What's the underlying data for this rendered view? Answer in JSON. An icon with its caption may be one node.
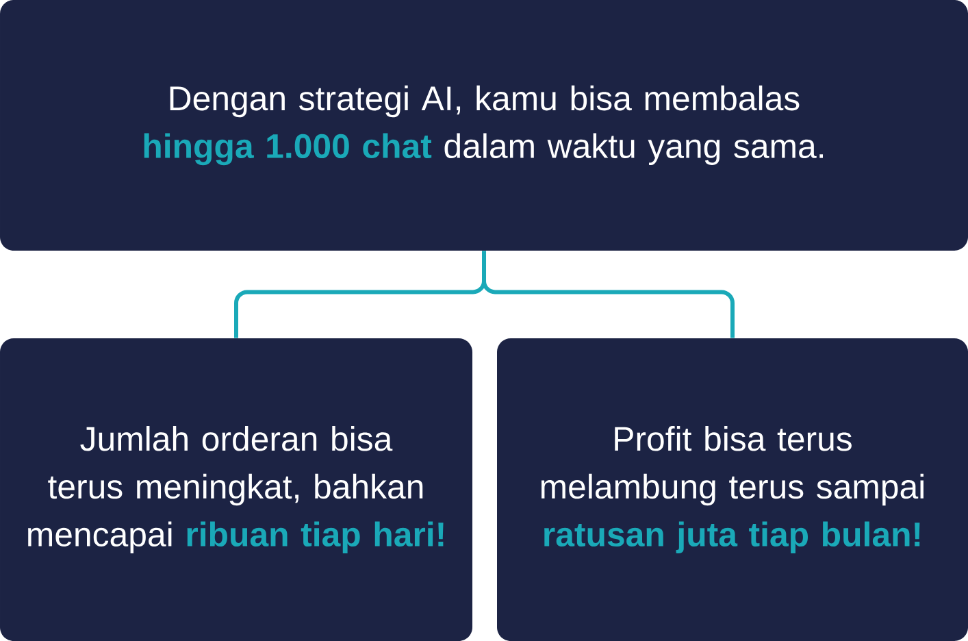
{
  "diagram": {
    "nodes": [
      {
        "text": [
          "Dengan strategi AI, kamu bisa membalas **hingga 1.000 chat** dalam waktu yang sama."
        ]
      },
      {
        "text": [
          "Jumlah orderan bisa terus meningkat, bahkan mencapai **ribuan tiap hari!**"
        ]
      },
      {
        "text": [
          "Profit bisa terus melambung terus sampai **ratusan juta tiap bulan!**"
        ]
      }
    ],
    "edges": [
      {
        "from": 0,
        "to": 1,
        "arrow": "none"
      },
      {
        "from": 0,
        "to": 2,
        "arrow": "none"
      }
    ]
  }
}
